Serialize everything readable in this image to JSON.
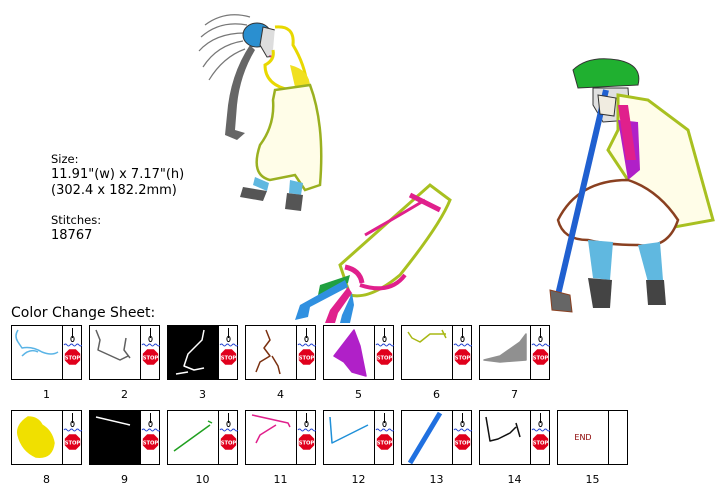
{
  "info": {
    "size_label": "Size:",
    "size_inches": "11.91\"(w) x 7.17\"(h)",
    "size_mm": "(302.4 x 182.2mm)",
    "stitches_label": "Stitches:",
    "stitches_value": "18767"
  },
  "sheet": {
    "title": "Color Change Sheet:",
    "stop_icon": "stop-sign-icon",
    "end_label": "END",
    "swatches": [
      {
        "num": "1",
        "color": "#5ab4e6",
        "bg": "#ffffff",
        "stop": true
      },
      {
        "num": "2",
        "color": "#606060",
        "bg": "#ffffff",
        "stop": true
      },
      {
        "num": "3",
        "color": "#ffffff",
        "bg": "#000000",
        "stop": true
      },
      {
        "num": "4",
        "color": "#7a3010",
        "bg": "#ffffff",
        "stop": true
      },
      {
        "num": "5",
        "color": "#b020c8",
        "bg": "#ffffff",
        "stop": true
      },
      {
        "num": "6",
        "color": "#a8b814",
        "bg": "#ffffff",
        "stop": true
      },
      {
        "num": "7",
        "color": "#909090",
        "bg": "#ffffff",
        "stop": true
      },
      {
        "num": "8",
        "color": "#f0e000",
        "bg": "#ffffff",
        "stop": true
      },
      {
        "num": "9",
        "color": "#ffffff",
        "bg": "#000000",
        "stop": true
      },
      {
        "num": "10",
        "color": "#20a020",
        "bg": "#ffffff",
        "stop": true
      },
      {
        "num": "11",
        "color": "#e0208c",
        "bg": "#ffffff",
        "stop": true
      },
      {
        "num": "12",
        "color": "#2090d8",
        "bg": "#ffffff",
        "stop": true
      },
      {
        "num": "13",
        "color": "#2070e0",
        "bg": "#ffffff",
        "stop": true
      },
      {
        "num": "14",
        "color": "#101010",
        "bg": "#ffffff",
        "stop": true
      },
      {
        "num": "15",
        "color": "",
        "bg": "#ffffff",
        "stop": false
      }
    ]
  },
  "colors": {
    "stop_red": "#e0001c",
    "thread_blue": "#2040d0",
    "end_text": "#8b0000"
  }
}
